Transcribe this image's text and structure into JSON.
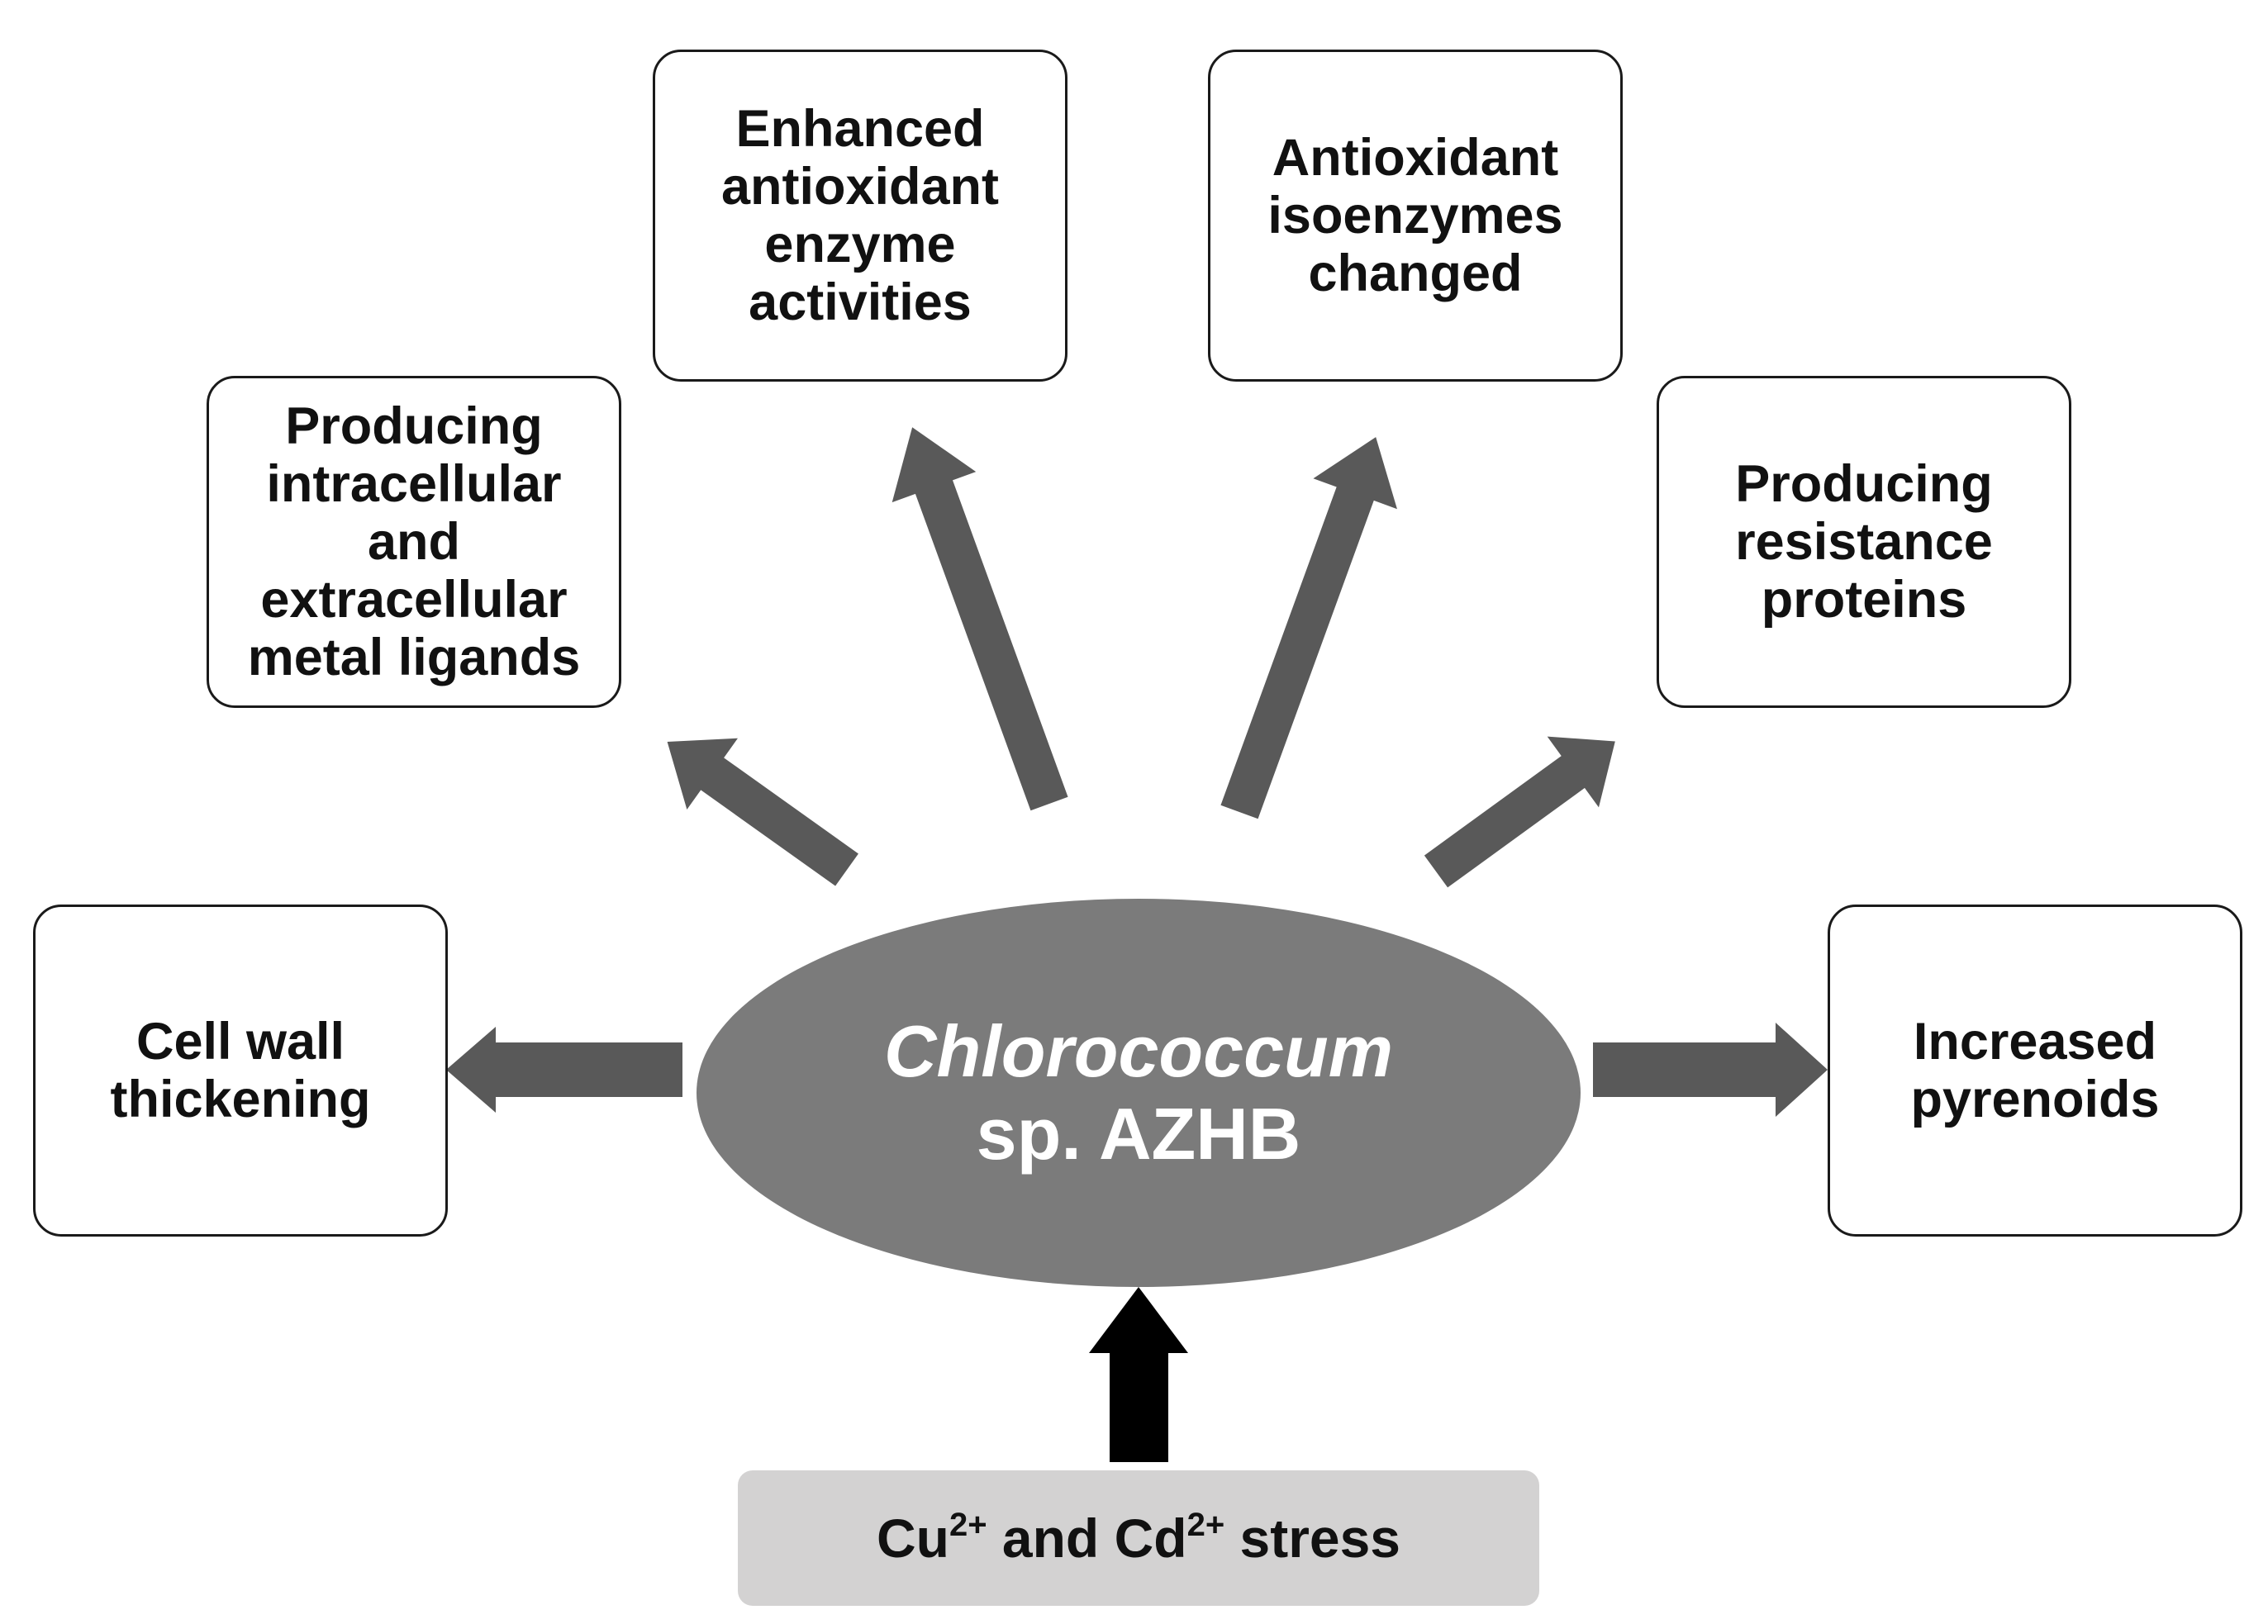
{
  "colors": {
    "arrow_gray": "#595959",
    "ellipse_gray": "#7b7b7b",
    "stress_bg": "#d3d2d2",
    "input_arrow": "#000000"
  },
  "center": {
    "line1": "Chlorococcum",
    "line2": "sp. AZHB"
  },
  "stress": {
    "ion1": "Cu",
    "charge1": "2+",
    "and": " and ",
    "ion2": "Cd",
    "charge2": "2+",
    "suffix": " stress"
  },
  "responses": [
    {
      "id": "cell-wall",
      "label": "Cell wall\nthickening"
    },
    {
      "id": "metal-ligands",
      "label": "Producing\nintracellular\nand\nextracellular\nmetal ligands"
    },
    {
      "id": "antioxidant-enzymes",
      "label": "Enhanced\nantioxidant\nenzyme\nactivities"
    },
    {
      "id": "isoenzymes",
      "label": "Antioxidant\nisoenzymes\nchanged"
    },
    {
      "id": "resistance-proteins",
      "label": "Producing\nresistance\nproteins"
    },
    {
      "id": "pyrenoids",
      "label": "Increased\npyrenoids"
    }
  ]
}
